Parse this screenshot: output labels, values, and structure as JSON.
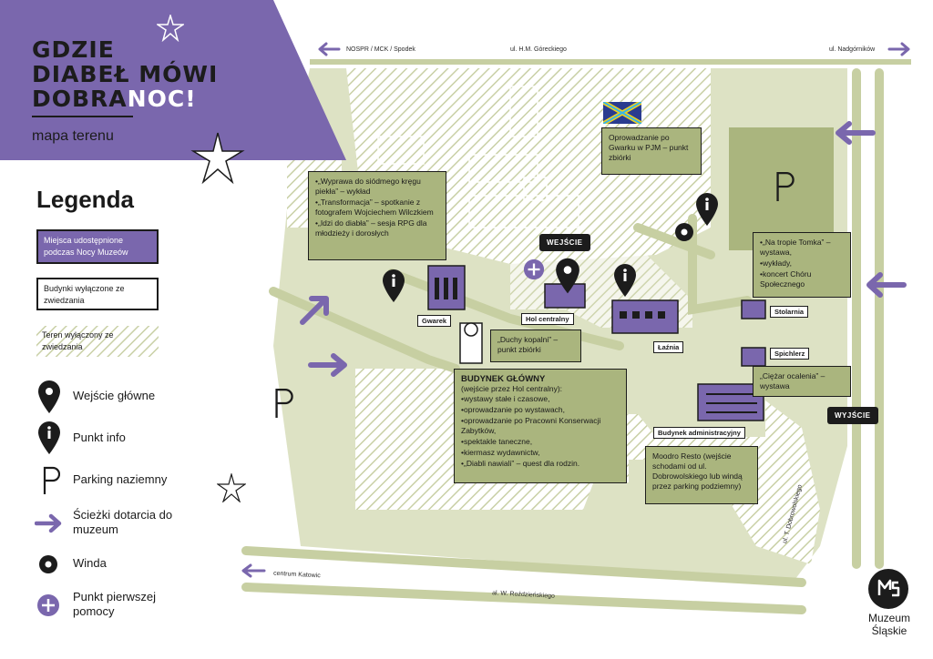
{
  "header": {
    "title_lines": [
      "GDZIE",
      "DIABEŁ MÓWI",
      "DOBRA"
    ],
    "title_accent": "NOC!",
    "subtitle": "mapa terenu"
  },
  "colors": {
    "purple": "#7a67ad",
    "green_area": "#aab57e",
    "path_green": "#d4dab5",
    "dark": "#1c1c1c"
  },
  "legend": {
    "title": "Legenda",
    "boxes": [
      {
        "label": "Miejsca udostępnione podczas Nocy Muzeów",
        "style": "purple"
      },
      {
        "label": "Budynki wyłączone ze zwiedzania",
        "style": "white"
      },
      {
        "label": "Teren wyłączony ze zwiedzania",
        "style": "hatched"
      }
    ],
    "items": [
      {
        "icon": "map-pin-icon",
        "label": "Wejście główne"
      },
      {
        "icon": "info-pin-icon",
        "label": "Punkt info"
      },
      {
        "icon": "parking-icon",
        "label": "Parking naziemny"
      },
      {
        "icon": "arrow-right-icon",
        "label": "Ścieżki dotarcia do muzeum"
      },
      {
        "icon": "elevator-icon",
        "label": "Winda"
      },
      {
        "icon": "first-aid-icon",
        "label": "Punkt pierwszej pomocy"
      }
    ]
  },
  "streets": {
    "top_left": "NOSPR / MCK / Spodek",
    "top_mid": "ul. H.M. Góreckiego",
    "top_right": "ul. Nadgórników",
    "bottom_left": "centrum Katowic",
    "bottom_mid": "al. W. Roździeńskiego",
    "right_vertical": "ul. T. Dobrowolskiego"
  },
  "buildings": {
    "gwarek": "Gwarek",
    "hol": "Hol centralny",
    "laznia": "Łaźnia",
    "stolarnia": "Stolarnia",
    "spichlerz": "Spichlerz",
    "administracyjny": "Budynek administracyjny"
  },
  "tags": {
    "entrance": "WEJŚCIE",
    "exit": "WYJŚCIE"
  },
  "callouts": {
    "gwarek_left": [
      "„Wyprawa do siódmego kręgu piekła” – wykład",
      "„Transformacja” – spotkanie z fotografem Wojciechem Wilczkiem",
      "„Idzi do diabła” – sesja RPG dla młodzieży i dorosłych"
    ],
    "pjm": "Oprowadzanie po Gwarku w PJM – punkt zbiórki",
    "tomek": [
      "„Na tropie Tomka” – wystawa,",
      "wykłady,",
      "koncert Chóru Społecznego"
    ],
    "duchy": "„Duchy kopalni” – punkt zbiórki",
    "ciezar": "„Ciężar ocalenia” – wystawa",
    "main_building": {
      "heading": "BUDYNEK GŁÓWNY",
      "subheading": "(wejście przez Hol centralny):",
      "items": [
        "wystawy stałe i czasowe,",
        "oprowadzanie po wystawach,",
        "oprowadzanie po Pracowni Konserwacji Zabytków,",
        "spektakle taneczne,",
        "kiermasz wydawnictw,",
        "„Diabli nawiali” – quest dla rodzin."
      ]
    },
    "resto": "Moodro Resto (wejście schodami od ul. Dobrowolskiego lub windą przez parking podziemny)"
  },
  "logo": {
    "line1": "Muzeum",
    "line2": "Śląskie"
  }
}
